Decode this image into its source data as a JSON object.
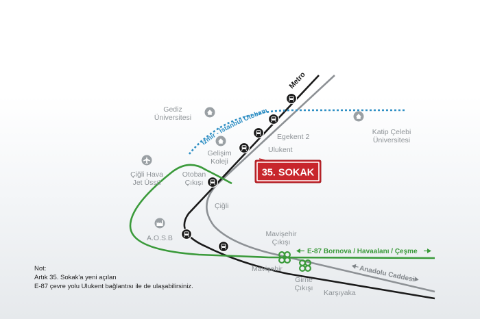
{
  "labels": {
    "metro": "Metro",
    "otoban": "İzmir - İstanbul Otobanı",
    "gediz_1": "Gediz",
    "gediz_2": "Üniversitesi",
    "katip_1": "Katip Çelebi",
    "katip_2": "Üniversitesi",
    "egekent": "Egekent 2",
    "ulukent": "Ulukent",
    "gelisim_1": "Gelişim",
    "gelisim_2": "Koleji",
    "cigli_hava_1": "Çiğli Hava",
    "cigli_hava_2": "Jet Üssü",
    "otoban_cikisi_1": "Otoban",
    "otoban_cikisi_2": "Çıkışı",
    "cigli": "Çiğli",
    "aosb": "A.O.S.B",
    "mavisehir_cikisi_1": "Mavişehir",
    "mavisehir_cikisi_2": "Çıkışı",
    "mavisehir": "Mavişehir",
    "girne_1": "Girne",
    "girne_2": "Çıkışı",
    "karsiyaka": "Karşıyaka",
    "e87": "E-87 Bornova / Havaalanı / Çeşme",
    "anadolu": "Anadolu Caddesi",
    "sign": "35. SOKAK"
  },
  "note": {
    "title": "Not:",
    "line1": "Artık 35. Sokak'a yeni açılan",
    "line2": "E-87 çevre yolu Ulukent bağlantısı ile de ulaşabilirsiniz."
  },
  "colors": {
    "metro": "#1a1a1a",
    "road_gray": "#8d9195",
    "green_road": "#3a9a3a",
    "highway_dotted": "#2f8fc4",
    "sign_red": "#c8262c",
    "icon_gray": "#9aa0a4"
  }
}
